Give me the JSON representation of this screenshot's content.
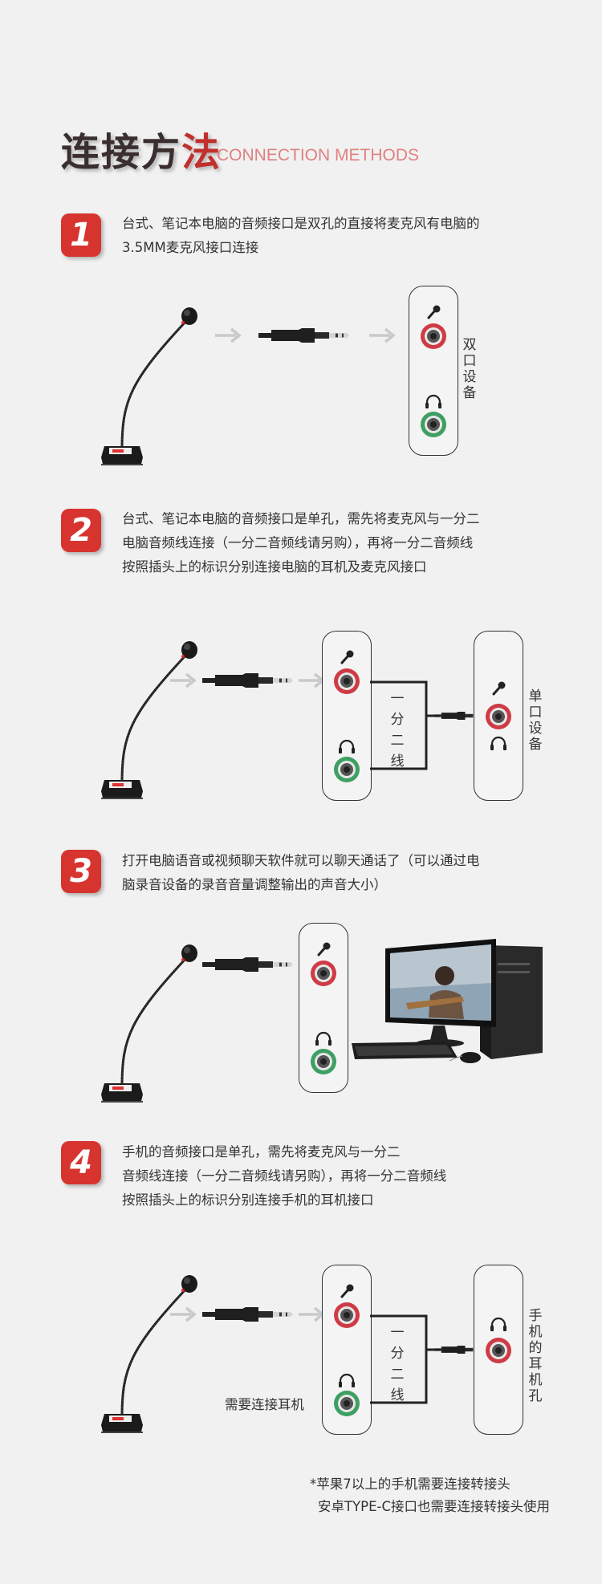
{
  "title": {
    "cn_part1": "连接方",
    "cn_part2": "法",
    "en": "CONNECTION METHODS"
  },
  "steps": [
    {
      "number": "1",
      "lines": [
        "台式、笔记本电脑的音频接口是双孔的直接将麦克风有电脑的",
        "3.5MM麦克风接口连接"
      ],
      "device_label": "双口设备"
    },
    {
      "number": "2",
      "lines": [
        "台式、笔记本电脑的音频接口是单孔，需先将麦克风与一分二",
        "电脑音频线连接（一分二音频线请另购），再将一分二音频线",
        "按照插头上的标识分别连接电脑的耳机及麦克风接口"
      ],
      "splitter_label": "一分二线",
      "device_label": "单口设备"
    },
    {
      "number": "3",
      "lines": [
        "打开电脑语音或视频聊天软件就可以聊天通话了（可以通过电",
        "脑录音设备的录音音量调整输出的声音大小）"
      ]
    },
    {
      "number": "4",
      "lines": [
        "手机的音频接口是单孔，需先将麦克风与一分二",
        "音频线连接（一分二音频线请另购），再将一分二音频线",
        "按照插头上的标识分别连接手机的耳机接口"
      ],
      "splitter_label": "一分二线",
      "device_label": "手机的耳机孔",
      "headphone_note": "需要连接耳机"
    }
  ],
  "footnote": [
    "*苹果7以上的手机需要连接转接头",
    "安卓TYPE-C接口也需要连接转接头使用"
  ],
  "colors": {
    "brand_red": "#d7342f",
    "mic_port": "#cf3b45",
    "headphone_port": "#3e9f62"
  }
}
